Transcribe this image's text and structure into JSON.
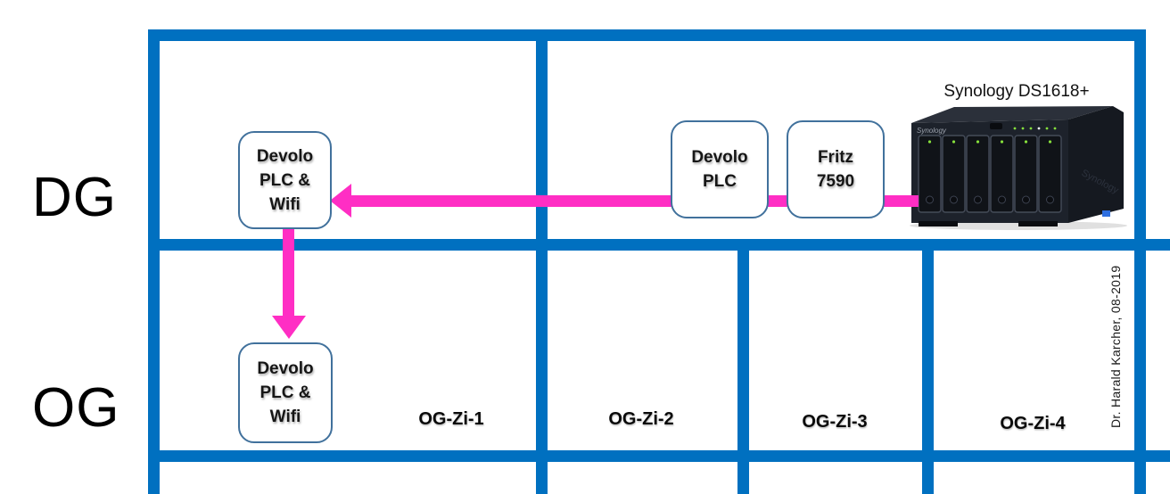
{
  "diagram": {
    "floors": {
      "dg": "DG",
      "og": "OG"
    },
    "rooms": {
      "og_zi_1": "OG-Zi-1",
      "og_zi_2": "OG-Zi-2",
      "og_zi_3": "OG-Zi-3",
      "og_zi_4": "OG-Zi-4"
    },
    "devices": {
      "dg_plc_wifi": {
        "lines": [
          "Devolo",
          "PLC &",
          "Wifi"
        ]
      },
      "og_plc_wifi": {
        "lines": [
          "Devolo",
          "PLC &",
          "Wifi"
        ]
      },
      "dg_plc": {
        "lines": [
          "Devolo",
          "PLC"
        ]
      },
      "fritz": {
        "lines": [
          "Fritz",
          "7590"
        ]
      }
    },
    "nas": {
      "label": "Synology DS1618+",
      "brand": "Synology"
    },
    "credit": "Dr. Harald Karcher, 08-2019"
  },
  "colors": {
    "wall": "#0070C0",
    "arrow": "#FF2EC4",
    "box_border": "#41719C",
    "text": "#000000"
  }
}
